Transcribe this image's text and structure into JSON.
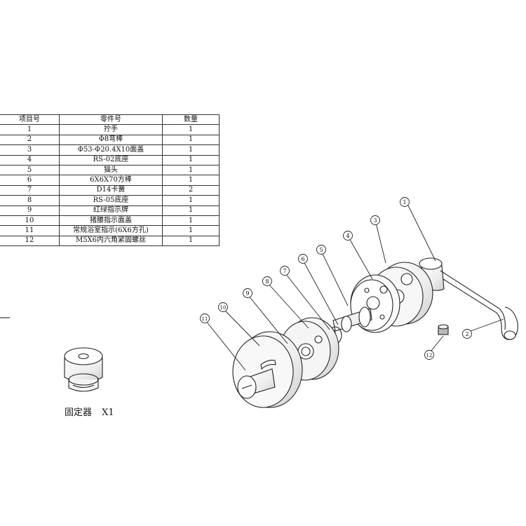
{
  "bom": {
    "headers": [
      "项目号",
      "零件号",
      "数量"
    ],
    "rows": [
      [
        "1",
        "拧手",
        "1"
      ],
      [
        "2",
        "Φ8弯棒",
        "1"
      ],
      [
        "3",
        "Φ53-Φ20.4X10面盖",
        "1"
      ],
      [
        "4",
        "RS-02底座",
        "1"
      ],
      [
        "5",
        "猫头",
        "1"
      ],
      [
        "6",
        "6X6X70方棒",
        "1"
      ],
      [
        "7",
        "D14卡簧",
        "2"
      ],
      [
        "8",
        "RS-05底座",
        "1"
      ],
      [
        "9",
        "红绿指示牌",
        "1"
      ],
      [
        "10",
        "猪腰指示面盖",
        "1"
      ],
      [
        "11",
        "常规浴室指示(6X6方孔)",
        "1"
      ],
      [
        "12",
        "M5X6内六角紧固螺丝",
        "1"
      ]
    ]
  },
  "fixture": {
    "name": "固定器",
    "qty": "X1"
  },
  "balloons": [
    "1",
    "2",
    "3",
    "4",
    "5",
    "6",
    "7",
    "8",
    "9",
    "10",
    "11",
    "12"
  ]
}
